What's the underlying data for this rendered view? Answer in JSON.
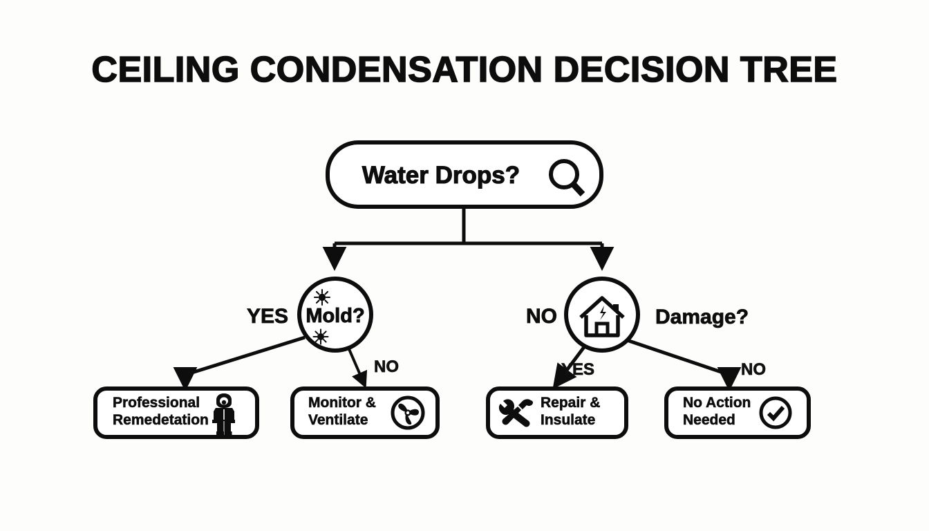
{
  "page": {
    "title": "CEILING CONDENSATION DECISION TREE",
    "background_color": "#fdfdfc",
    "ink_color": "#0d0d0d"
  },
  "root": {
    "label": "Water Drops?",
    "icon": "search-icon",
    "shape": "rounded-rectangle"
  },
  "branches": {
    "left_from_root": "",
    "right_from_root": ""
  },
  "decisions": [
    {
      "id": "mold",
      "label": "Mold?",
      "icon": "mold-spore-icon",
      "shape": "circle",
      "label_position": "inside",
      "incoming_label": "",
      "side_label": "YES",
      "branch_labels": {
        "yes": "YES",
        "no": "NO"
      }
    },
    {
      "id": "damage",
      "label": "Damage?",
      "icon": "damaged-house-icon",
      "shape": "circle",
      "label_position": "right",
      "incoming_label": "NO",
      "side_label": "NO",
      "branch_labels": {
        "yes": "YES",
        "no": "NO"
      }
    }
  ],
  "outcomes": [
    {
      "id": "professional-remedetation",
      "line1": "Professional",
      "line2": "Remedetation",
      "icon": "hazmat-worker-icon",
      "icon_side": "right",
      "from": "mold",
      "edge_label": "YES"
    },
    {
      "id": "monitor-ventilate",
      "line1": "Monitor &",
      "line2": "Ventilate",
      "icon": "fan-icon",
      "icon_side": "right",
      "from": "mold",
      "edge_label": "NO"
    },
    {
      "id": "repair-insulate",
      "line1": "Repair &",
      "line2": "Insulate",
      "icon": "wrench-hammer-icon",
      "icon_side": "left",
      "from": "damage",
      "edge_label": "YES"
    },
    {
      "id": "no-action-needed",
      "line1": "No Action",
      "line2": "Needed",
      "icon": "check-circle-icon",
      "icon_side": "right",
      "from": "damage",
      "edge_label": "NO"
    }
  ],
  "edge_labels": {
    "mold_yes": "YES",
    "mold_no": "NO",
    "damage_in": "NO",
    "damage_yes": "YES",
    "damage_no": "NO"
  }
}
